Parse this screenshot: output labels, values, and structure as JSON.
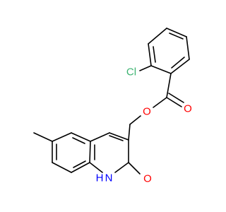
{
  "colors": {
    "background": "#ffffff",
    "bond": "#000000",
    "chlorine": "#3cb371",
    "oxygen": "#ff0000",
    "nitrogen": "#0000ff"
  },
  "atoms": {
    "chlorine": "Cl",
    "ester_oxygen": "O",
    "carbonyl_oxygen": "O",
    "lactam_nitrogen": "N",
    "nitrogen_hydrogen": "H",
    "lactam_oxygen": "O"
  }
}
